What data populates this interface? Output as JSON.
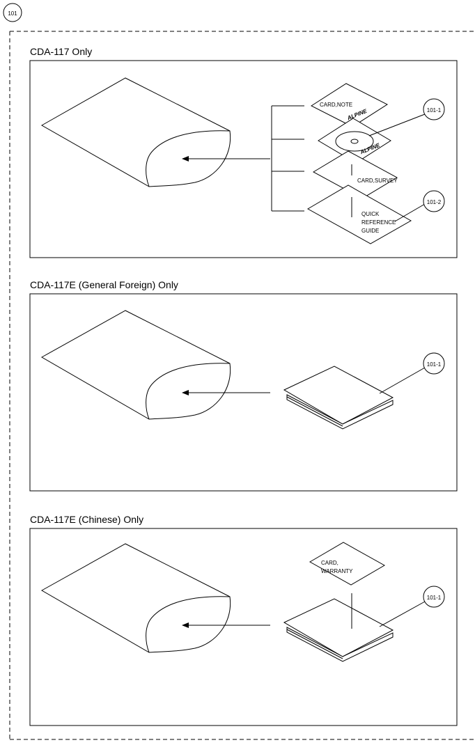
{
  "ref": "101",
  "sections": [
    {
      "title": "CDA-117 Only",
      "parts": [
        "CARD,NOTE",
        "CARD,SURVEY",
        "QUICK",
        "REFERENCE",
        "GUIDE"
      ],
      "callouts": [
        "101-1",
        "101-2"
      ],
      "marks": [
        "ALPINE",
        "ALPINE"
      ]
    },
    {
      "title": "CDA-117E (General Foreign) Only",
      "callouts": [
        "101-1"
      ]
    },
    {
      "title": "CDA-117E (Chinese) Only",
      "parts": [
        "CARD,",
        "WARRANTY"
      ],
      "callouts": [
        "101-1"
      ]
    }
  ]
}
